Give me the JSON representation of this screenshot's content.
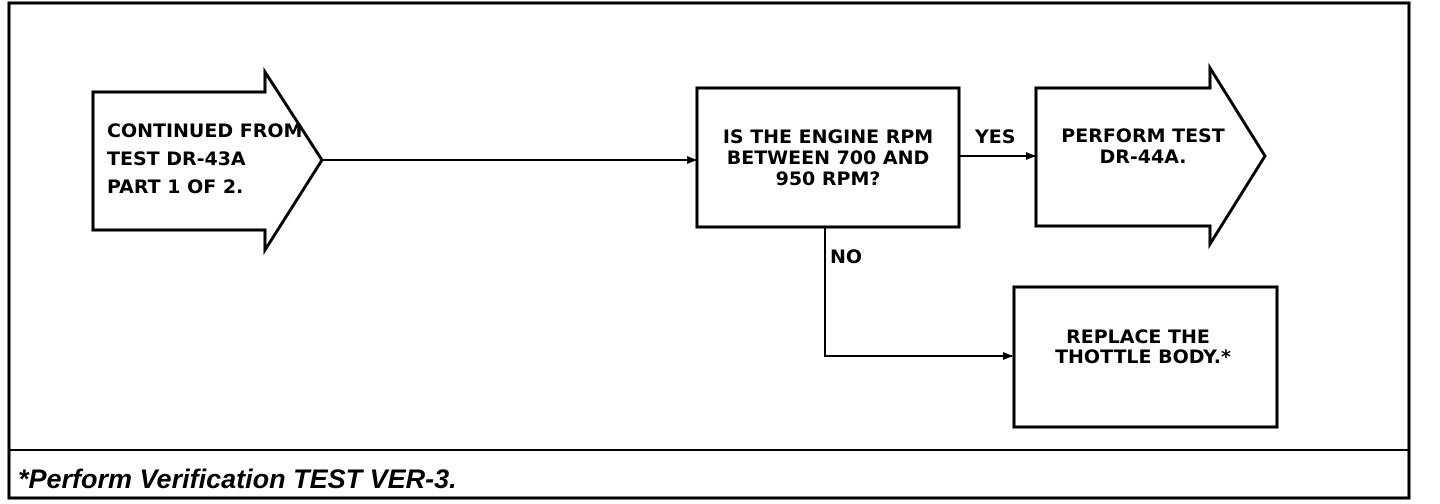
{
  "diagram": {
    "nodes": {
      "start": {
        "lines": [
          "CONTINUED FROM",
          "TEST DR-43A",
          "PART 1 OF 2."
        ]
      },
      "decision": {
        "lines": [
          "IS THE ENGINE RPM",
          "BETWEEN 700 AND",
          "950 RPM?"
        ]
      },
      "yes_result": {
        "lines": [
          "PERFORM TEST",
          "DR-44A."
        ]
      },
      "no_result": {
        "lines": [
          "REPLACE THE",
          "THOTTLE BODY.*"
        ]
      }
    },
    "edges": {
      "yes_label": "YES",
      "no_label": "NO"
    },
    "footnote": "*Perform Verification TEST VER-3."
  },
  "colors": {
    "ink": "#000000",
    "paper": "#ffffff"
  }
}
